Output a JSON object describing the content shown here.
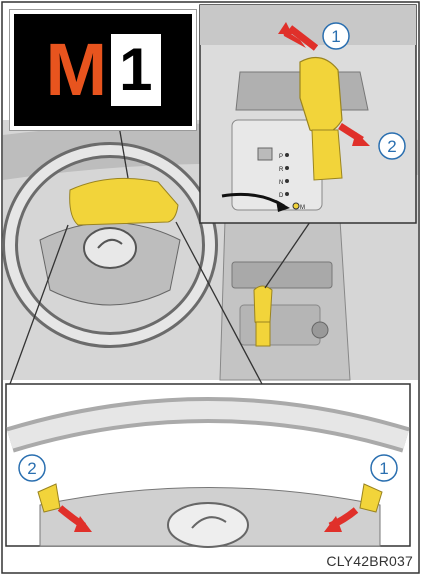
{
  "display": {
    "mode_letter": "M",
    "gear_number": "1"
  },
  "shifter_steps": {
    "step_up": "1",
    "step_down": "2"
  },
  "paddle_steps": {
    "left": "2",
    "right": "1"
  },
  "gate_labels": [
    "P",
    "R",
    "N",
    "D",
    "M"
  ],
  "reference_code": "CLY42BR037",
  "colors": {
    "highlight": "#f2d43a",
    "m_orange": "#e8541e",
    "arrow_red": "#e0302a",
    "line_gray": "#555555",
    "bg_gray": "#cfcfcf"
  }
}
